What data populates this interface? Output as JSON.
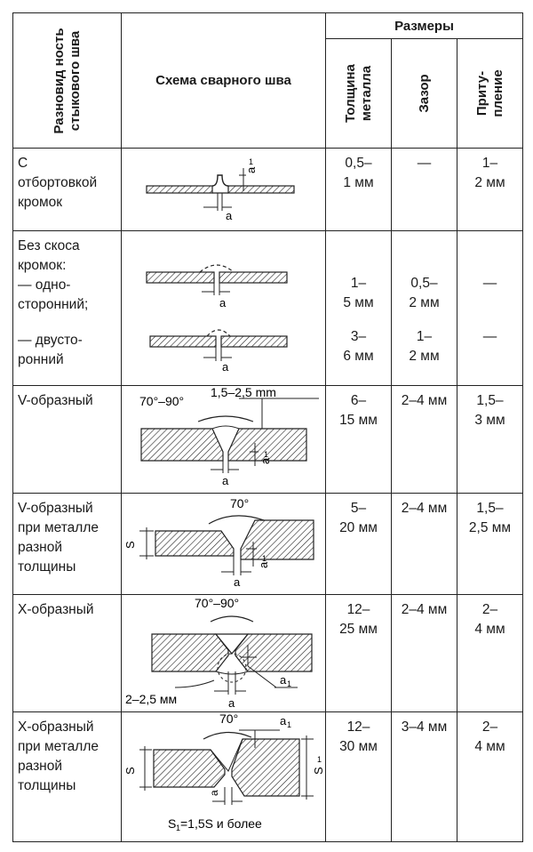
{
  "header": {
    "kind": "Разновид ность\nстыкового шва",
    "scheme": "Схема сварного шва",
    "dimensions": "Размеры",
    "thickness": "Толщина\nметалла",
    "gap": "Зазор",
    "bluntness": "Приту-\nпление"
  },
  "rows": [
    {
      "kind": [
        "С",
        "отбортовкой",
        "кромок"
      ],
      "thickness": [
        "0,5–",
        "1 мм"
      ],
      "gap": [
        "—"
      ],
      "bluntness": [
        "1–",
        "2 мм"
      ],
      "labels": {
        "a": "a",
        "a1": "a",
        "a1sub": "1"
      }
    },
    {
      "kind": [
        "Без скоса",
        "кромок:",
        "— одно-",
        "сторонний;"
      ],
      "kind2": [
        "— двусто-",
        "ронний"
      ],
      "thickness": [
        "1–",
        "5 мм"
      ],
      "gap": [
        "0,5–",
        "2 мм"
      ],
      "bluntness": [
        "—"
      ],
      "thickness2": [
        "3–",
        "6 мм"
      ],
      "gap2": [
        "1–",
        "2 мм"
      ],
      "bluntness2": [
        "—"
      ],
      "labels": {
        "a": "a",
        "a2": "a"
      }
    },
    {
      "kind": [
        "V-образный"
      ],
      "thickness": [
        "6–",
        "15 мм"
      ],
      "gap": [
        "2–4 мм"
      ],
      "bluntness": [
        "1,5–",
        "3 мм"
      ],
      "labels": {
        "angle": "70°–90°",
        "reinf": "1,5–2,5 mm",
        "a": "a",
        "a1": "a",
        "a1sub": "1"
      }
    },
    {
      "kind": [
        "V-образный",
        "при металле",
        "разной",
        "толщины"
      ],
      "thickness": [
        "5–",
        "20 мм"
      ],
      "gap": [
        "2–4 мм"
      ],
      "bluntness": [
        "1,5–",
        "2,5 мм"
      ],
      "labels": {
        "angle": "70°",
        "s": "S",
        "a": "a",
        "a1": "a",
        "a1sub": "1"
      }
    },
    {
      "kind": [
        "X-образный"
      ],
      "thickness": [
        "12–",
        "25 мм"
      ],
      "gap": [
        "2–4 мм"
      ],
      "bluntness": [
        "2–",
        "4 мм"
      ],
      "labels": {
        "angle": "70°–90°",
        "gap": "2–2,5 мм",
        "a": "a",
        "a1": "a",
        "a1sub": "1"
      }
    },
    {
      "kind": [
        "X-образный",
        "при металле",
        "разной",
        "толщины"
      ],
      "thickness": [
        "12–",
        "30 мм"
      ],
      "gap": [
        "3–4 мм"
      ],
      "bluntness": [
        "2–",
        "4 мм"
      ],
      "labels": {
        "angle": "70°",
        "a1": "a",
        "a1sub": "1",
        "s": "S",
        "s1": "S",
        "s1sub": "1",
        "a": "a",
        "formula_s1": "S",
        "formula_sub": "1",
        "formula_rest": "=1,5S и более"
      }
    }
  ],
  "colors": {
    "line": "#222222",
    "background": "#ffffff"
  }
}
